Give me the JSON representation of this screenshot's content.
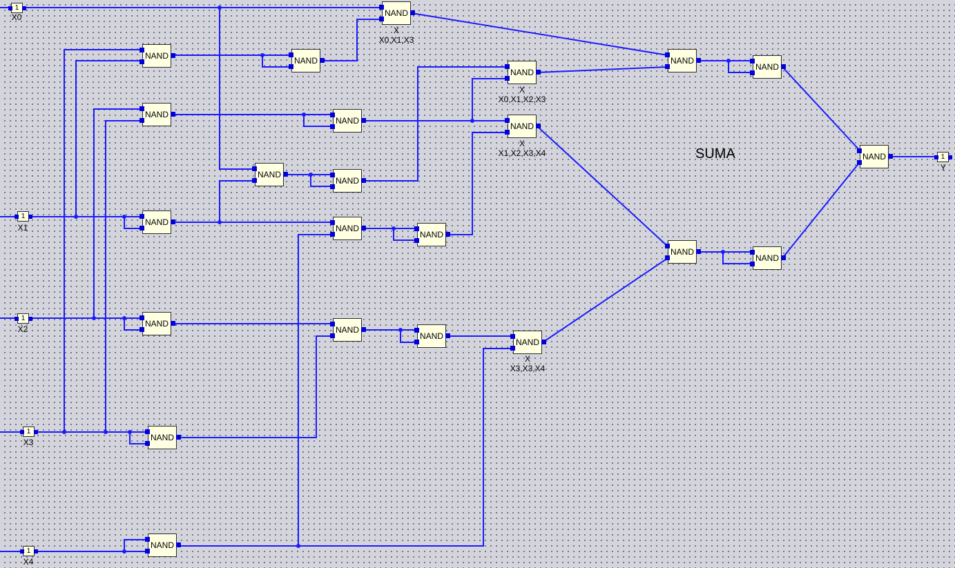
{
  "title": "SUMA",
  "colors": {
    "wire": "#1a1aff",
    "gate_fill": "#ffffe1",
    "background": "#d4d4dc"
  },
  "gate_label": "NAND",
  "x_mark": "X",
  "inputs": [
    {
      "id": "X0",
      "name": "X0",
      "value": "1"
    },
    {
      "id": "X1",
      "name": "X1",
      "value": "1"
    },
    {
      "id": "X2",
      "name": "X2",
      "value": "1"
    },
    {
      "id": "X3",
      "name": "X3",
      "value": "1"
    },
    {
      "id": "X4",
      "name": "X4",
      "value": "1"
    }
  ],
  "output": {
    "id": "Y",
    "name": "Y",
    "value": "1"
  },
  "group_labels": [
    "X0,X1,X3",
    "X0,X1,X2,X3",
    "X1,X2,X3,X4",
    "X3,X3,X4"
  ]
}
